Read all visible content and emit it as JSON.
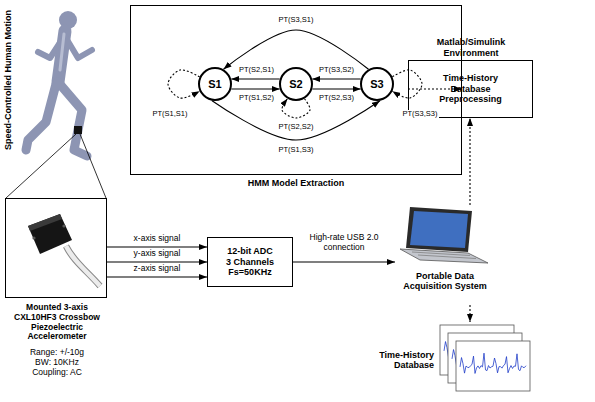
{
  "diagram": {
    "nodes": [
      {
        "text": [
          "Mounted 3-axis CXL10HF3 Crossbow Piezoelectric Accelerometer",
          "Range: +/-10g BW: 10KHz Coupling: AC"
        ]
      },
      {
        "text": [
          "12-bit ADC 3 Channels Fs=50KHz"
        ]
      },
      {
        "text": [
          "Portable Data Acquisition System"
        ]
      },
      {
        "text": [
          "Time-History Database"
        ]
      },
      {
        "text": [
          "Matlab/Simulink Environment",
          "Time-History Database Preprocessing"
        ]
      },
      {
        "text": [
          "HMM Model Extraction"
        ]
      },
      {
        "text": [
          "S1"
        ],
        "in": 5
      },
      {
        "text": [
          "S2"
        ],
        "in": 5
      },
      {
        "text": [
          "S3"
        ],
        "in": 5
      }
    ],
    "edges": [
      {
        "from": 0,
        "to": 1,
        "label": "x-axis signal",
        "arrow": "to"
      },
      {
        "from": 0,
        "to": 1,
        "label": "y-axis signal",
        "arrow": "to"
      },
      {
        "from": 0,
        "to": 1,
        "label": "z-axis signal",
        "arrow": "to"
      },
      {
        "from": 1,
        "to": 2,
        "label": "High-rate USB 2.0 connection",
        "arrow": "to"
      },
      {
        "from": 2,
        "to": 3,
        "arrow": "to"
      },
      {
        "from": 2,
        "to": 4,
        "arrow": "to"
      },
      {
        "from": 4,
        "to": 5,
        "arrow": "to"
      },
      {
        "from": 8,
        "to": 6,
        "label": "PT(S3,S1)",
        "arrow": "to"
      },
      {
        "from": 7,
        "to": 6,
        "label": "PT(S2,S1)",
        "arrow": "to"
      },
      {
        "from": 6,
        "to": 7,
        "label": "PT(S1,S2)",
        "arrow": "to"
      },
      {
        "from": 8,
        "to": 7,
        "label": "PT(S3,S2)",
        "arrow": "to"
      },
      {
        "from": 7,
        "to": 8,
        "label": "PT(S2,S3)",
        "arrow": "to"
      },
      {
        "from": 6,
        "to": 6,
        "label": "PT(S1,S1)",
        "arrow": "to"
      },
      {
        "from": 7,
        "to": 7,
        "label": "PT(S2,S2)",
        "arrow": "to"
      },
      {
        "from": 8,
        "to": 8,
        "label": "PT(S3,S3)",
        "arrow": "to"
      },
      {
        "from": 6,
        "to": 8,
        "label": "PT(S1,S3)",
        "arrow": "to"
      }
    ],
    "labels": [
      "Speed-Controlled Human Motion"
    ]
  }
}
